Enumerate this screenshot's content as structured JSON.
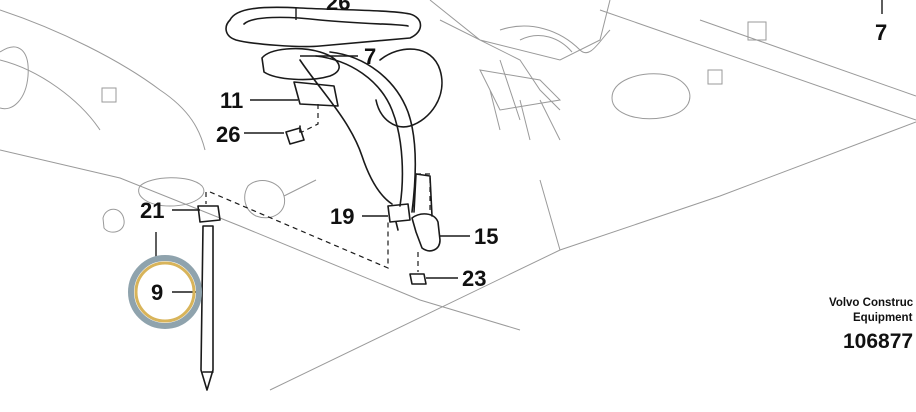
{
  "callouts": {
    "c26_top": "26",
    "c7_right": "7",
    "c7_mid": "7",
    "c11": "11",
    "c26": "26",
    "c21": "21",
    "c9": "9",
    "c19": "19",
    "c15": "15",
    "c23": "23"
  },
  "brand": {
    "line1": "Volvo Construc",
    "line2": "Equipment",
    "number": "106877"
  },
  "colors": {
    "line": "#1a1a1a",
    "faint": "#9a9a9a",
    "highlight_ring_outer": "#8fa3ad",
    "highlight_ring_inner": "#d8b45a"
  }
}
